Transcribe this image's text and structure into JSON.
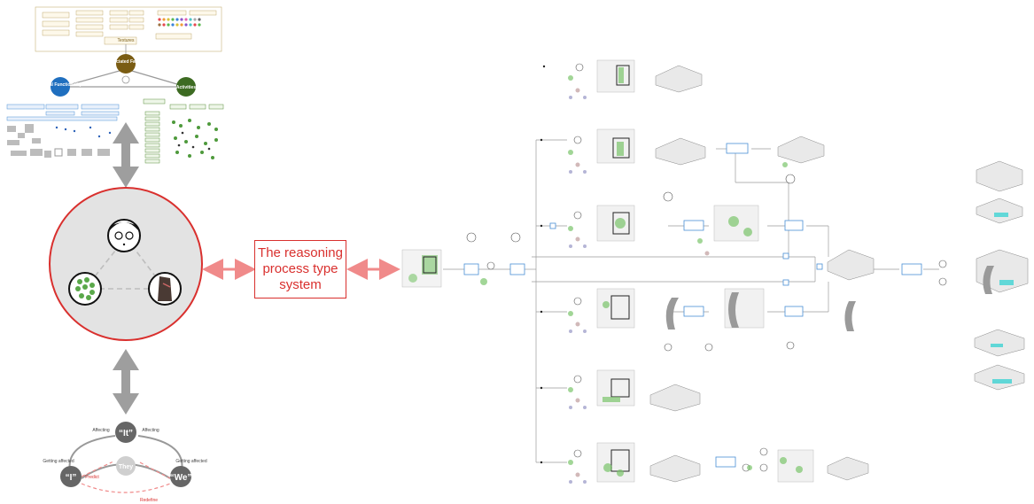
{
  "center_box": {
    "text": "The reasoning process type system"
  },
  "top_diagram": {
    "root_node": "Associated Factors",
    "left_node": "Spatial Functionality",
    "right_node": "Activities",
    "textures_label": "Textures"
  },
  "bottom_diagram": {
    "it_label": "“It”",
    "i_label": "“I”",
    "we_label": "“We”",
    "they_label": "They",
    "affecting_left": "Affecting",
    "affecting_right": "Affecting",
    "getting_affected_left": "Getting affected",
    "getting_affected_right": "Getting affected",
    "predict_label": "Predict",
    "redefine_label": "Redefine"
  },
  "colors": {
    "accent_red": "#d9302e",
    "circle_fill": "#e3e3e3",
    "arrow_gray": "#9e9e9e",
    "brown_node": "#7a5c12",
    "blue_node": "#1f6fbf",
    "green_node": "#3d6b22",
    "diagram_blue": "#4a8fd6",
    "sketch_green": "#7ac46b"
  },
  "icons": [
    "face-icon",
    "tree-icon",
    "body-icon",
    "agent-icon",
    "sketch-thumbnail-icon"
  ]
}
